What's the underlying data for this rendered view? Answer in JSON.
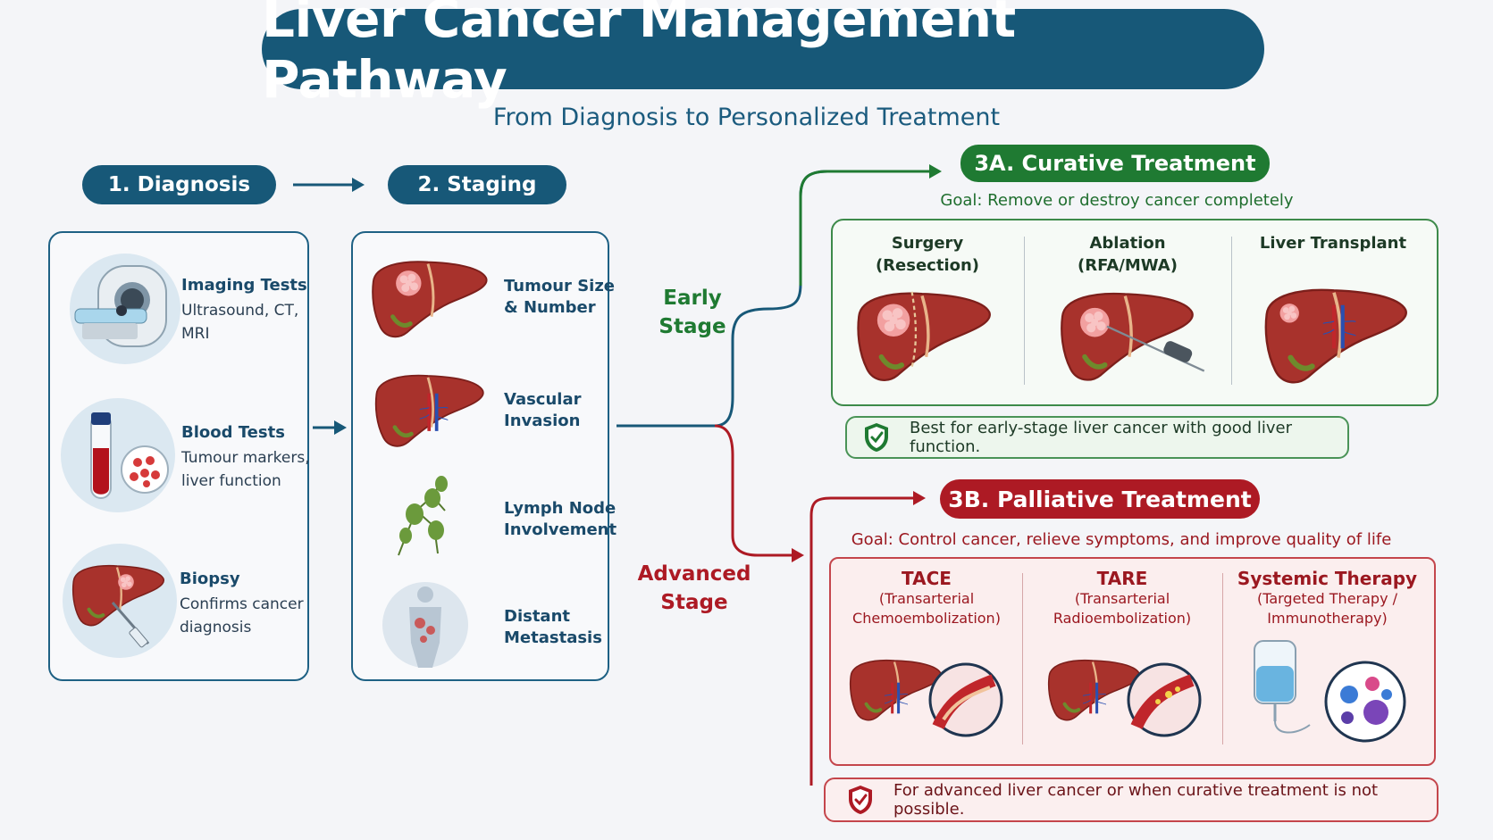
{
  "title": "Liver Cancer Management Pathway",
  "subtitle": "From Diagnosis to Personalized Treatment",
  "steps": {
    "diagnosis": "1. Diagnosis",
    "staging": "2. Staging"
  },
  "diagnosis_items": [
    {
      "title": "Imaging Tests",
      "line1": "Ultrasound, CT,",
      "line2": "MRI"
    },
    {
      "title": "Blood Tests",
      "line1": "Tumour markers,",
      "line2": "liver function"
    },
    {
      "title": "Biopsy",
      "line1": "Confirms cancer",
      "line2": "diagnosis"
    }
  ],
  "staging_items": [
    {
      "line1": "Tumour Size",
      "line2": "& Number"
    },
    {
      "line1": "Vascular",
      "line2": "Invasion"
    },
    {
      "line1": "Lymph Node",
      "line2": "Involvement"
    },
    {
      "line1": "Distant",
      "line2": "Metastasis"
    }
  ],
  "stages": {
    "early": {
      "line1": "Early",
      "line2": "Stage"
    },
    "advanced": {
      "line1": "Advanced",
      "line2": "Stage"
    }
  },
  "curative": {
    "title": "3A. Curative Treatment",
    "goal": "Goal: Remove or destroy cancer completely",
    "options": [
      {
        "line1": "Surgery",
        "line2": "(Resection)"
      },
      {
        "line1": "Ablation",
        "line2": "(RFA/MWA)"
      },
      {
        "line1": "Liver Transplant",
        "line2": ""
      }
    ],
    "note": "Best for early-stage liver cancer with good liver function."
  },
  "palliative": {
    "title": "3B. Palliative Treatment",
    "goal": "Goal: Control cancer, relieve symptoms, and improve quality of life",
    "options": [
      {
        "title": "TACE",
        "line1": "(Transarterial",
        "line2": "Chemoembolization)"
      },
      {
        "title": "TARE",
        "line1": "(Transarterial",
        "line2": "Radioembolization)"
      },
      {
        "title": "Systemic Therapy",
        "line1": "(Targeted Therapy /",
        "line2": "Immunotherapy)"
      }
    ],
    "note": "For advanced liver cancer or when curative treatment is not possible."
  },
  "colors": {
    "primary": "#175878",
    "curative": "#1f7a32",
    "palliative": "#ad1a24",
    "liver": "#a8322c"
  },
  "icons": [
    "mri-scanner-icon",
    "blood-tube-icon",
    "biopsy-needle-icon",
    "liver-icon",
    "lymph-node-icon",
    "human-body-icon",
    "shield-check-icon",
    "iv-bag-icon",
    "immune-cells-icon"
  ]
}
